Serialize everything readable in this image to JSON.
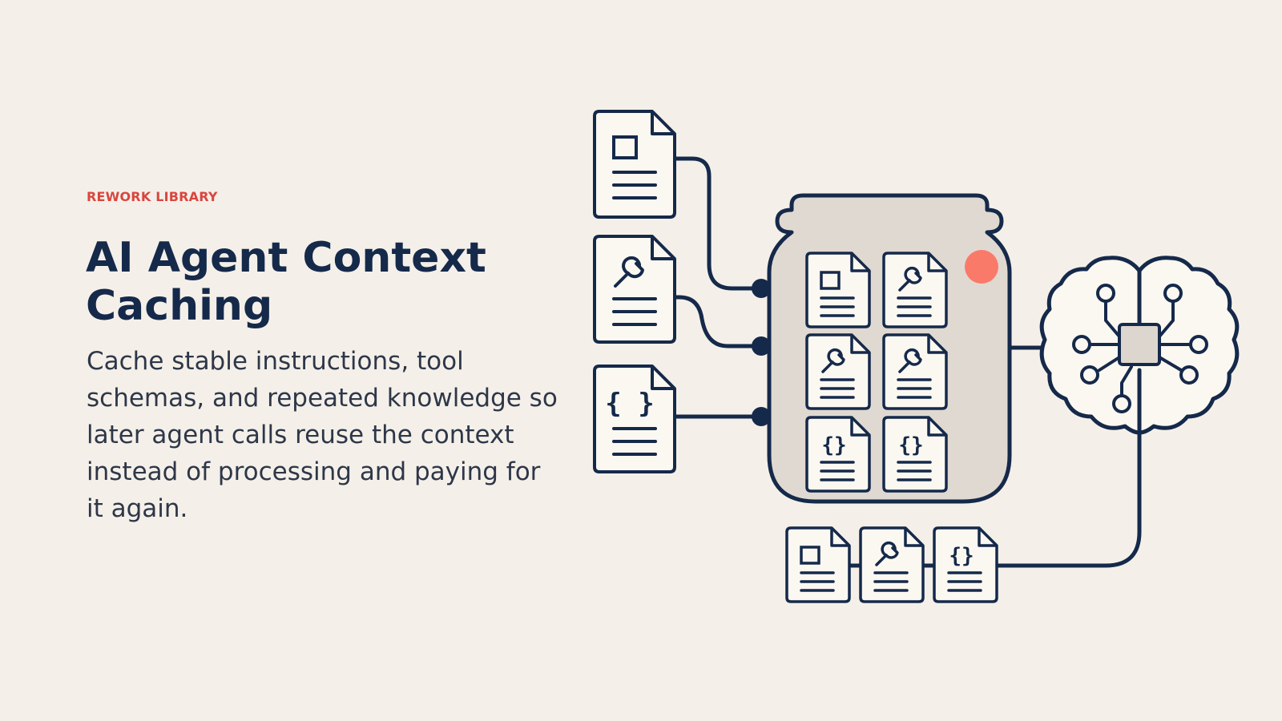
{
  "header": {
    "eyebrow": "REWORK LIBRARY",
    "title": "AI Agent Context Caching",
    "description": "Cache stable instructions, tool schemas, and repeated knowledge so later agent calls reuse the context instead of processing and paying for it again."
  },
  "diagram": {
    "source_docs": [
      "image-document-icon",
      "wrench-document-icon",
      "code-document-icon"
    ],
    "cache_docs": [
      "image-document-icon",
      "wrench-document-icon",
      "wrench-document-icon",
      "wrench-document-icon",
      "code-document-icon",
      "code-document-icon"
    ],
    "output_docs": [
      "image-document-icon",
      "wrench-document-icon",
      "code-document-icon"
    ],
    "colors": {
      "background": "#f4f0e9",
      "stroke": "#15294a",
      "paper": "#fbf8f1",
      "jar_fill": "#e0d9d1",
      "accent": "#fa7a6a",
      "eyebrow": "#d9463f"
    }
  }
}
